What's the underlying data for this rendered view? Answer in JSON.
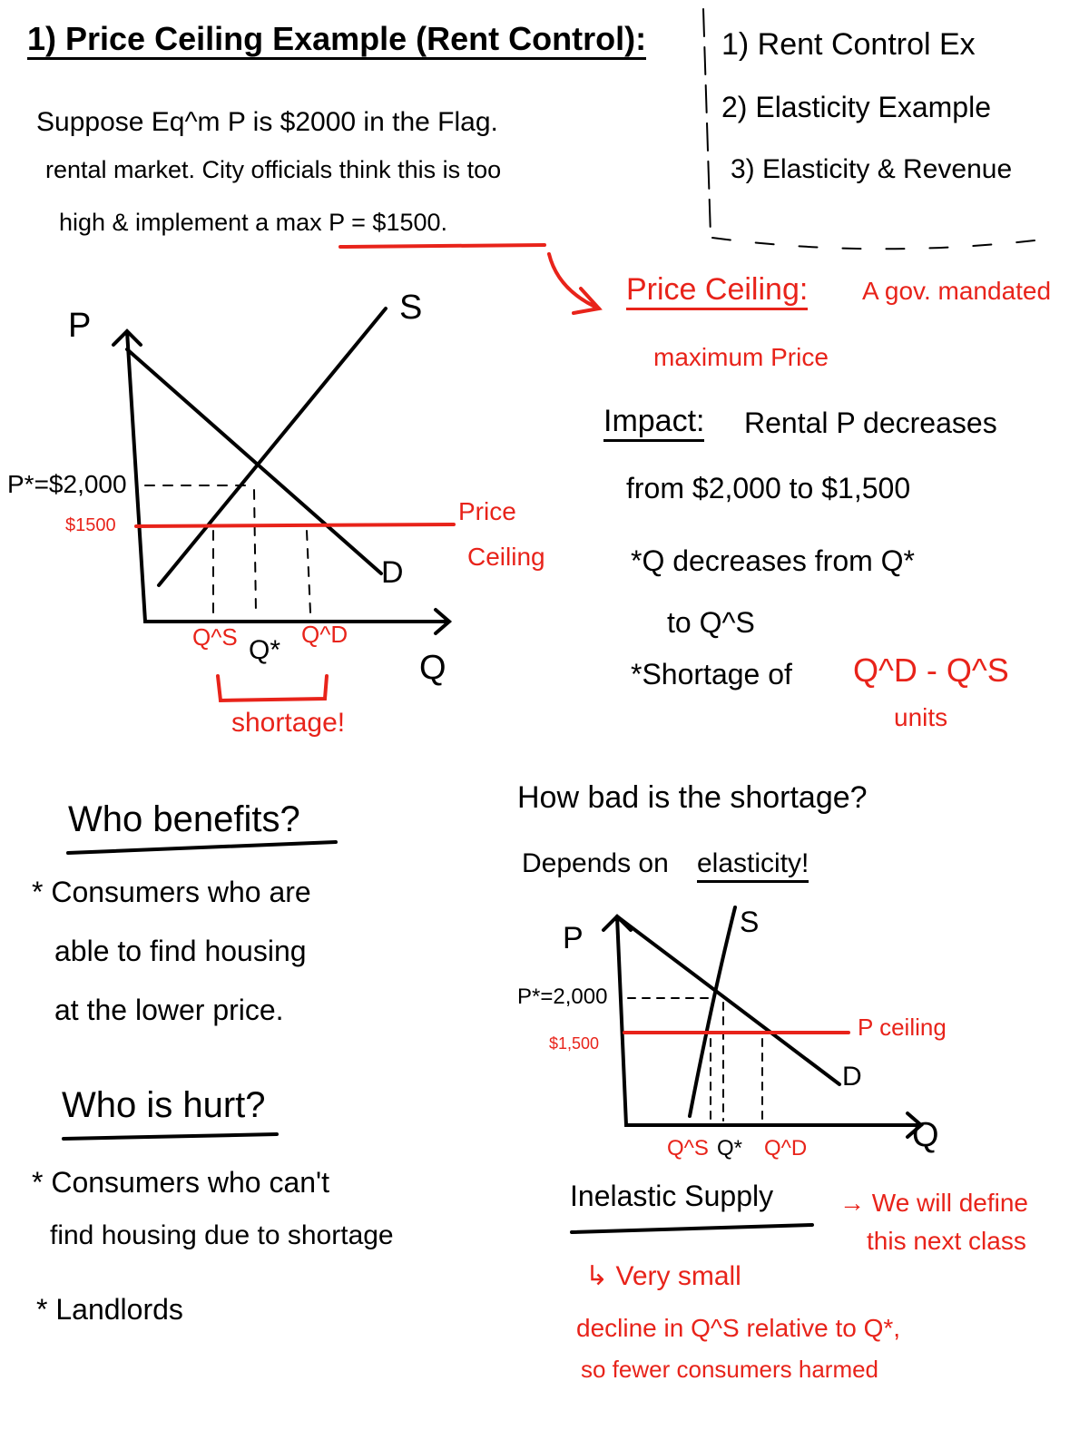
{
  "title": "1) Price Ceiling Example (Rent Control):",
  "intro": [
    "Suppose Eq^m P is $2000 in the Flag.",
    "rental market. City officials think this is too",
    "high & implement a max P = $1500."
  ],
  "agenda": [
    "1) Rent Control Ex",
    "2) Elasticity Example",
    "3) Elasticity & Revenue"
  ],
  "definition": {
    "term": "Price Ceiling:",
    "line1": "A gov. mandated",
    "line2": "maximum Price"
  },
  "impact": {
    "label": "Impact:",
    "lines": [
      "Rental P decreases",
      "from $2,000 to $1,500",
      "*Q decreases from Q*",
      "to Q^S",
      "*Shortage of"
    ],
    "shortage_value": "Q^D - Q^S",
    "units": "units"
  },
  "graph1": {
    "p_axis": "P",
    "q_axis": "Q",
    "supply": "S",
    "demand": "D",
    "eq_price": "P*=$2,000",
    "ceiling_price": "$1500",
    "ceiling_label": [
      "Price",
      "Ceiling"
    ],
    "qs": "Q^S",
    "qstar": "Q*",
    "qd": "Q^D",
    "shortage": "shortage!",
    "colors": {
      "ink": "#000000",
      "ceiling": "#e8231a"
    }
  },
  "benefits": {
    "heading": "Who benefits?",
    "lines": [
      "* Consumers who are",
      "able to find housing",
      "at the lower price."
    ]
  },
  "hurt": {
    "heading": "Who is hurt?",
    "lines": [
      "* Consumers who can't",
      "find housing due to shortage",
      "* Landlords"
    ]
  },
  "elasticity": {
    "question": "How bad is the shortage?",
    "answer": "Depends on",
    "answer_emph": "elasticity!"
  },
  "graph2": {
    "p_axis": "P",
    "q_axis": "Q",
    "supply": "S",
    "demand": "D",
    "eq_price": "P*=2,000",
    "ceiling_price": "$1,500",
    "ceiling_label": "P ceiling",
    "qs": "Q^S",
    "qstar": "Q*",
    "qd": "Q^D"
  },
  "inelastic": {
    "heading": "Inelastic Supply",
    "note": [
      "→ We will define",
      "this next class"
    ],
    "explain": [
      "↳ Very small",
      "decline in Q^S relative to Q*,",
      "so fewer consumers harmed"
    ]
  }
}
